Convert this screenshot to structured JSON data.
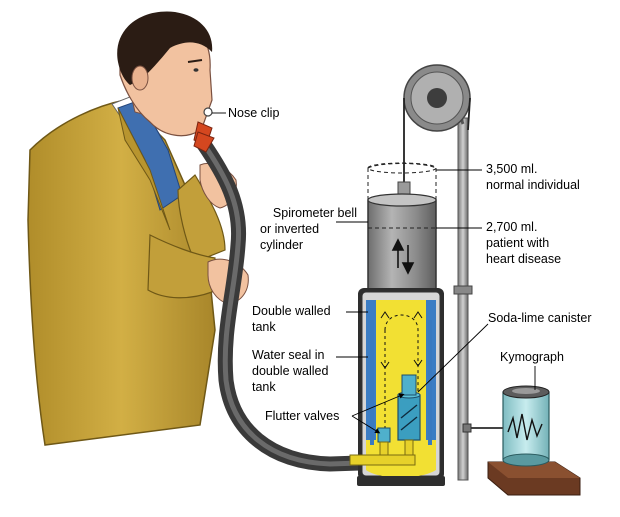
{
  "labels": {
    "nose_clip": "Nose clip",
    "volume_normal_1": "3,500 ml.",
    "volume_normal_2": "normal individual",
    "bell_1": "Spirometer bell",
    "bell_2": "or inverted",
    "bell_3": "cylinder",
    "volume_patient_1": "2,700 ml.",
    "volume_patient_2": "patient with",
    "volume_patient_3": "heart disease",
    "tank_1": "Double walled",
    "tank_2": "tank",
    "soda_lime": "Soda-lime canister",
    "water_seal_1": "Water seal in",
    "water_seal_2": "double walled",
    "water_seal_3": "tank",
    "kymograph": "Kymograph",
    "flutter_valves": "Flutter valves"
  },
  "colors": {
    "suit": "#c9a437",
    "shirt": "#3f6fb0",
    "hair": "#2b1c14",
    "skin": "#f2c2a0",
    "tank_water": "#3b7dc4",
    "tank_fill": "#f2e033",
    "bell": "#8f8f8f",
    "hose": "#404040",
    "kymograph_drum": "#9fd4d8",
    "base_wood": "#6b3a22"
  },
  "icons": [
    "pulley-wheel-icon",
    "up-down-arrow-icon",
    "flow-arrow-icon"
  ]
}
